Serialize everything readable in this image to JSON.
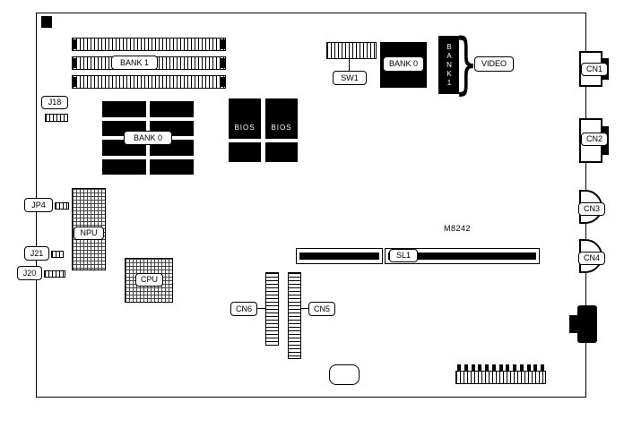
{
  "board": {
    "labels": {
      "bank1_simm": "BANK 1",
      "bank0_dram": "BANK 0",
      "j18": "J18",
      "sw1": "SW1",
      "video_bank0": "BANK 0",
      "video_bank1": "BANK1",
      "video": "VIDEO",
      "bios": "BIOS",
      "jp4": "JP4",
      "npu": "NPU",
      "j21": "J21",
      "j20": "J20",
      "cpu": "CPU",
      "cn6": "CN6",
      "cn5": "CN5",
      "sl1": "SL1",
      "m8242": "M8242",
      "cn1": "CN1",
      "cn2": "CN2",
      "cn3": "CN3",
      "cn4": "CN4"
    },
    "glyphs": {
      "brace": "}"
    },
    "colors": {
      "ink": "#000000",
      "background": "#ffffff"
    }
  }
}
